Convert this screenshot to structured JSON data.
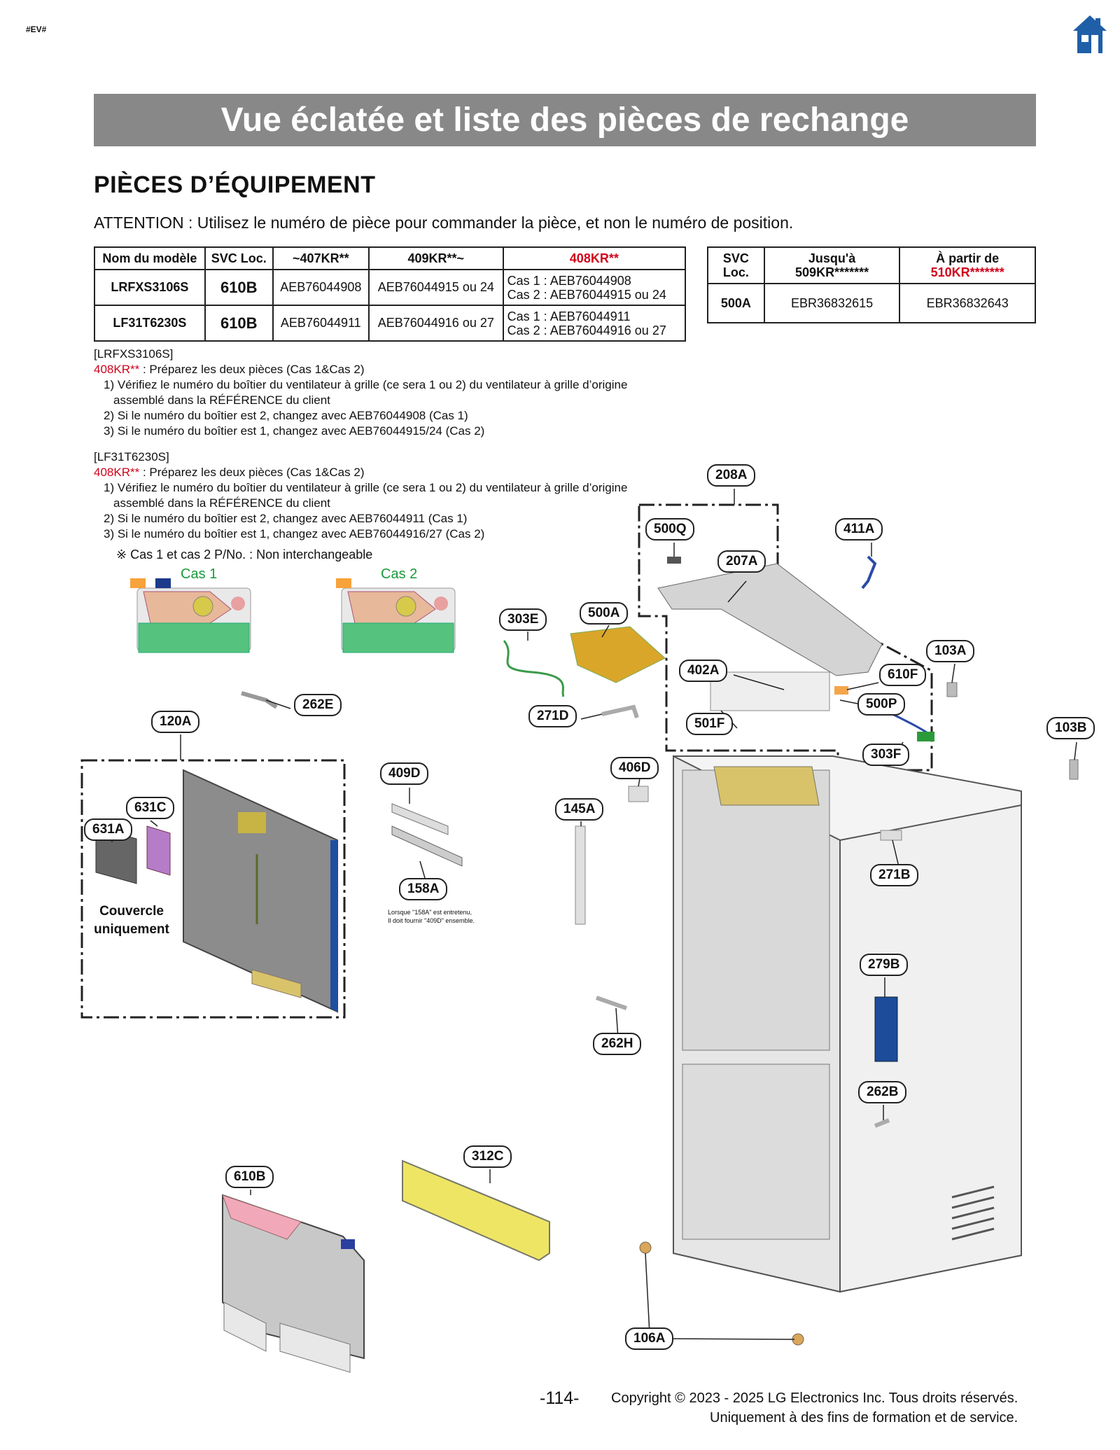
{
  "page_tag": "#EV#",
  "banner_title": "Vue éclatée et liste des pièces de rechange",
  "section_title": "PIÈCES D’ÉQUIPEMENT",
  "attention_text": "ATTENTION : Utilisez le numéro de pièce pour commander la pièce, et non le numéro de position.",
  "model_table": {
    "headers": [
      "Nom du modèle",
      "SVC Loc.",
      "~407KR**",
      "409KR**~",
      "408KR**"
    ],
    "rows": [
      {
        "model": "LRFXS3106S",
        "svc": "610B",
        "c407": "AEB76044908",
        "c409": "AEB76044915 ou 24",
        "cas1": "Cas 1 : AEB76044908",
        "cas2": "Cas 2 : AEB76044915 ou 24"
      },
      {
        "model": "LF31T6230S",
        "svc": "610B",
        "c407": "AEB76044911",
        "c409": "AEB76044916 ou 27",
        "cas1": "Cas 1 : AEB76044911",
        "cas2": "Cas 2 : AEB76044916 ou 27"
      }
    ]
  },
  "svc_table": {
    "h_svc_1": "SVC",
    "h_svc_2": "Loc.",
    "h_until_1": "Jusqu'à",
    "h_until_2": "509KR*******",
    "h_from_1": "À partir de",
    "h_from_2": "510KR*******",
    "row": {
      "svc": "500A",
      "until": "EBR36832615",
      "from": "EBR36832643"
    }
  },
  "notes": [
    {
      "model": "[LRFXS3106S]",
      "prefix": "408KR**",
      "intro": " : Préparez les deux pièces (Cas 1&Cas 2)",
      "l1": "1) Vérifiez le numéro du boîtier du ventilateur à grille (ce sera 1 ou 2) du ventilateur à grille d’origine",
      "l1b": "assemblé dans la RÉFÉRENCE du client",
      "l2": "2) Si le numéro du boîtier est 2, changez avec AEB76044908 (Cas 1)",
      "l3": "3) Si le numéro du boîtier est 1, changez avec AEB76044915/24 (Cas 2)"
    },
    {
      "model": "[LF31T6230S]",
      "prefix": "408KR**",
      "intro": " : Préparez les deux pièces (Cas 1&Cas 2)",
      "l1": "1) Vérifiez le numéro du boîtier du ventilateur à grille (ce sera 1 ou 2) du ventilateur à grille d’origine",
      "l1b": "assemblé dans la RÉFÉRENCE du client",
      "l2": "2) Si le numéro du boîtier est 2, changez avec AEB76044911 (Cas 1)",
      "l3": "3) Si le numéro du boîtier est 1, changez avec AEB76044916/27 (Cas 2)"
    }
  ],
  "note_interchange": "※ Cas 1 et cas 2 P/No. : Non interchangeable",
  "cas1_label": "Cas 1",
  "cas2_label": "Cas 2",
  "callouts": [
    "208A",
    "500Q",
    "411A",
    "207A",
    "303E",
    "500A",
    "103A",
    "610F",
    "402A",
    "500P",
    "262E",
    "271D",
    "501F",
    "103B",
    "120A",
    "303F",
    "406D",
    "409D",
    "631C",
    "145A",
    "631A",
    "271B",
    "158A",
    "279B",
    "262H",
    "262B",
    "312C",
    "610B",
    "106A"
  ],
  "cover_label_1": "Couvercle",
  "cover_label_2": "uniquement",
  "note_158a_1": "Lorsque \"158A\" est entretenu,",
  "note_158a_2": "Il doit fournir \"409D\" ensemble.",
  "page_number": "-114-",
  "copyright_1": "Copyright © 2023 - 2025 LG Electronics Inc. Tous droits réservés.",
  "copyright_2": "Uniquement à des fins de formation et de service.",
  "colors": {
    "banner": "#888888",
    "accent_red": "#d0021b",
    "cas_green": "#1a9a3a",
    "home_icon": "#1f5fa8"
  }
}
